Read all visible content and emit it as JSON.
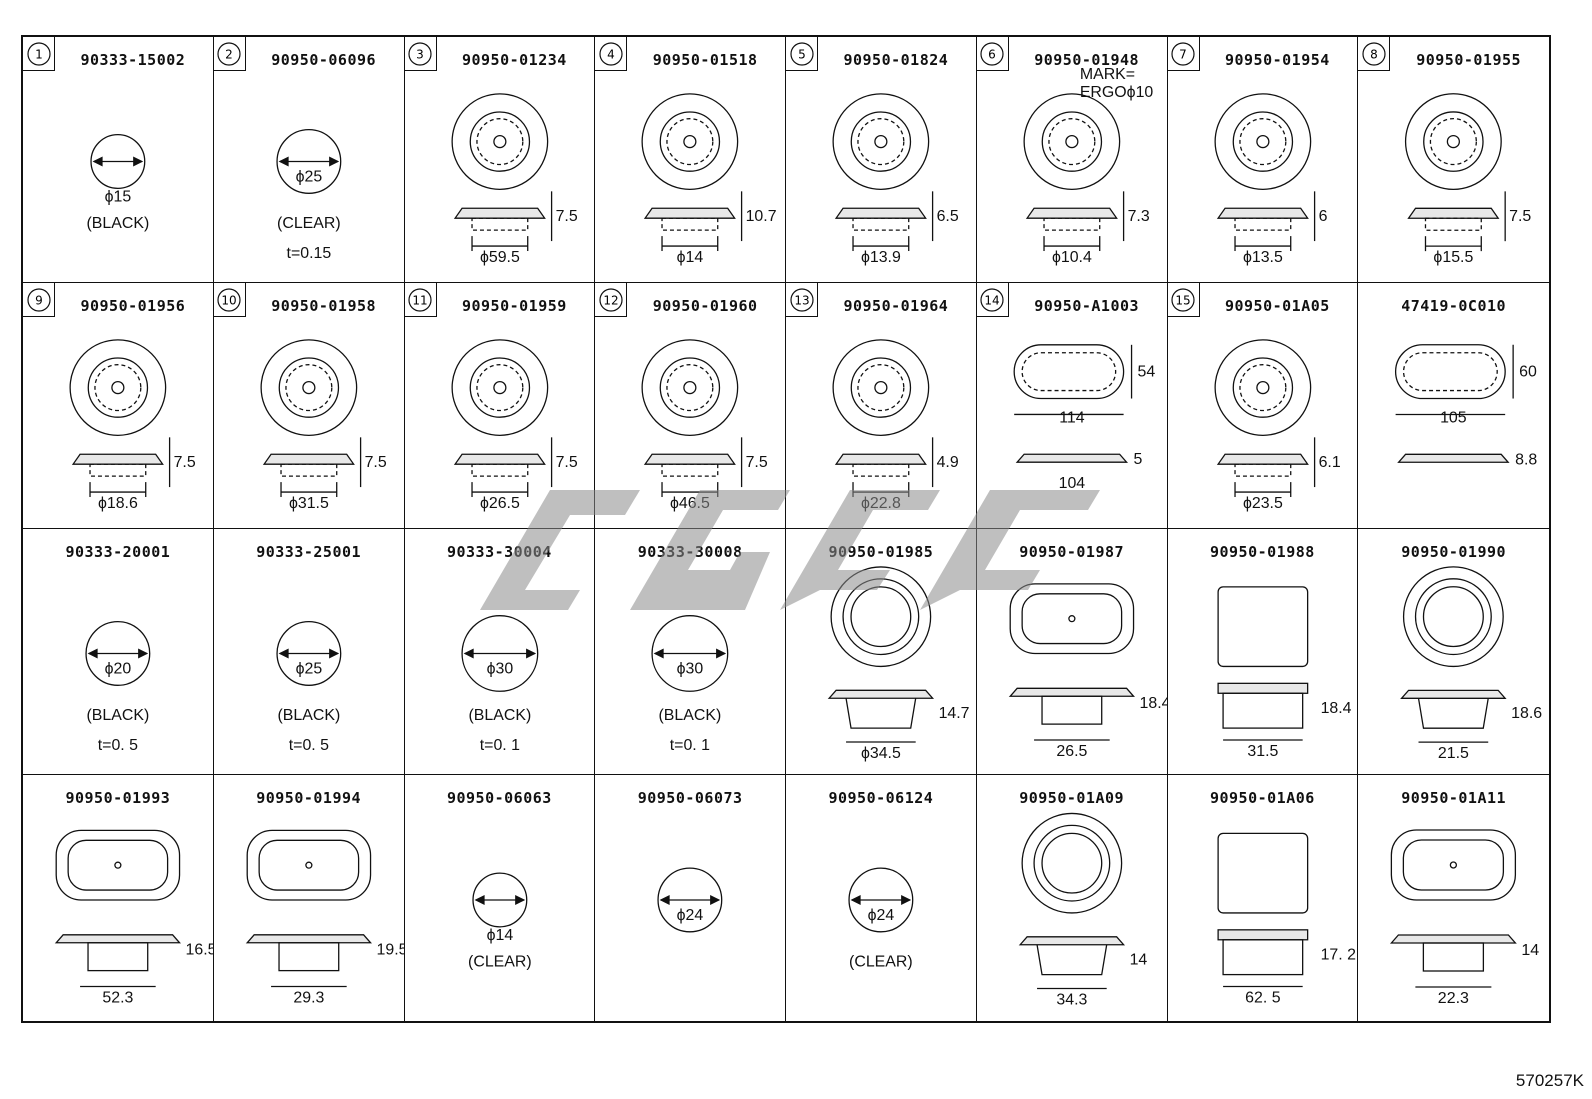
{
  "footer_code": "570257K",
  "cells": [
    {
      "num": "1",
      "part": "90333-15002",
      "type": "circle",
      "dia": "ϕ15",
      "l1": "(BLACK)",
      "l2": ""
    },
    {
      "num": "2",
      "part": "90950-06096",
      "type": "circle",
      "dia": "ϕ25",
      "l1": "(CLEAR)",
      "l2": "t=0.15"
    },
    {
      "num": "3",
      "part": "90950-01234",
      "type": "grommet",
      "d1": "ϕ59.5",
      "h": "7.5"
    },
    {
      "num": "4",
      "part": "90950-01518",
      "type": "grommet",
      "d1": "ϕ14",
      "h": "10.7"
    },
    {
      "num": "5",
      "part": "90950-01824",
      "type": "grommet",
      "d1": "ϕ13.9",
      "h": "6.5"
    },
    {
      "num": "6",
      "part": "90950-01948",
      "type": "grommet",
      "d1": "ϕ10.4",
      "h": "7.3",
      "note": "MARK=",
      "note2": "ERGOϕ10"
    },
    {
      "num": "7",
      "part": "90950-01954",
      "type": "grommet",
      "d1": "ϕ13.5",
      "h": "6"
    },
    {
      "num": "8",
      "part": "90950-01955",
      "type": "grommet",
      "d1": "ϕ15.5",
      "h": "7.5"
    },
    {
      "num": "9",
      "part": "90950-01956",
      "type": "grommet",
      "d1": "ϕ18.6",
      "h": "7.5"
    },
    {
      "num": "10",
      "part": "90950-01958",
      "type": "grommet",
      "d1": "ϕ31.5",
      "h": "7.5"
    },
    {
      "num": "11",
      "part": "90950-01959",
      "type": "grommet",
      "d1": "ϕ26.5",
      "h": "7.5"
    },
    {
      "num": "12",
      "part": "90950-01960",
      "type": "grommet",
      "d1": "ϕ46.5",
      "h": "7.5"
    },
    {
      "num": "13",
      "part": "90950-01964",
      "type": "grommet",
      "d1": "ϕ22.8",
      "h": "4.9"
    },
    {
      "num": "14",
      "part": "90950-A1003",
      "type": "oval",
      "w": "114",
      "hh": "54",
      "d1": "104",
      "h": "5"
    },
    {
      "num": "15",
      "part": "90950-01A05",
      "type": "grommet",
      "d1": "ϕ23.5",
      "h": "6.1"
    },
    {
      "num": "",
      "part": "47419-0C010",
      "type": "oval",
      "w": "105",
      "hh": "60",
      "d1": "",
      "h": "8.8"
    },
    {
      "num": "",
      "part": "90333-20001",
      "type": "circle",
      "dia": "ϕ20",
      "l1": "(BLACK)",
      "l2": "t=0. 5"
    },
    {
      "num": "",
      "part": "90333-25001",
      "type": "circle",
      "dia": "ϕ25",
      "l1": "(BLACK)",
      "l2": "t=0. 5"
    },
    {
      "num": "",
      "part": "90333-30004",
      "type": "circle",
      "dia": "ϕ30",
      "l1": "(BLACK)",
      "l2": "t=0. 1"
    },
    {
      "num": "",
      "part": "90333-30008",
      "type": "circle",
      "dia": "ϕ30",
      "l1": "(BLACK)",
      "l2": "t=0. 1"
    },
    {
      "num": "",
      "part": "90950-01985",
      "type": "clip",
      "d1": "ϕ34.5",
      "h": "14.7"
    },
    {
      "num": "",
      "part": "90950-01987",
      "type": "clipoval",
      "d1": "26.5",
      "h": "18.4"
    },
    {
      "num": "",
      "part": "90950-01988",
      "type": "clipsq",
      "d1": "31.5",
      "h": "18.4"
    },
    {
      "num": "",
      "part": "90950-01990",
      "type": "clip",
      "d1": "21.5",
      "h": "18.6"
    },
    {
      "num": "",
      "part": "90950-01993",
      "type": "clipoval",
      "d1": "52.3",
      "h": "16.5"
    },
    {
      "num": "",
      "part": "90950-01994",
      "type": "clipoval",
      "d1": "29.3",
      "h": "19.5"
    },
    {
      "num": "",
      "part": "90950-06063",
      "type": "circle",
      "dia": "ϕ14",
      "l1": "(CLEAR)",
      "l2": ""
    },
    {
      "num": "",
      "part": "90950-06073",
      "type": "circle",
      "dia": "ϕ24",
      "l1": "",
      "l2": ""
    },
    {
      "num": "",
      "part": "90950-06124",
      "type": "circle",
      "dia": "ϕ24",
      "l1": "(CLEAR)",
      "l2": ""
    },
    {
      "num": "",
      "part": "90950-01A09",
      "type": "clip",
      "d1": "34.3",
      "h": "14"
    },
    {
      "num": "",
      "part": "90950-01A06",
      "type": "clipsq",
      "d1": "62. 5",
      "h": "17. 2"
    },
    {
      "num": "",
      "part": "90950-01A11",
      "type": "clipoval",
      "d1": "22.3",
      "h": "14"
    }
  ]
}
